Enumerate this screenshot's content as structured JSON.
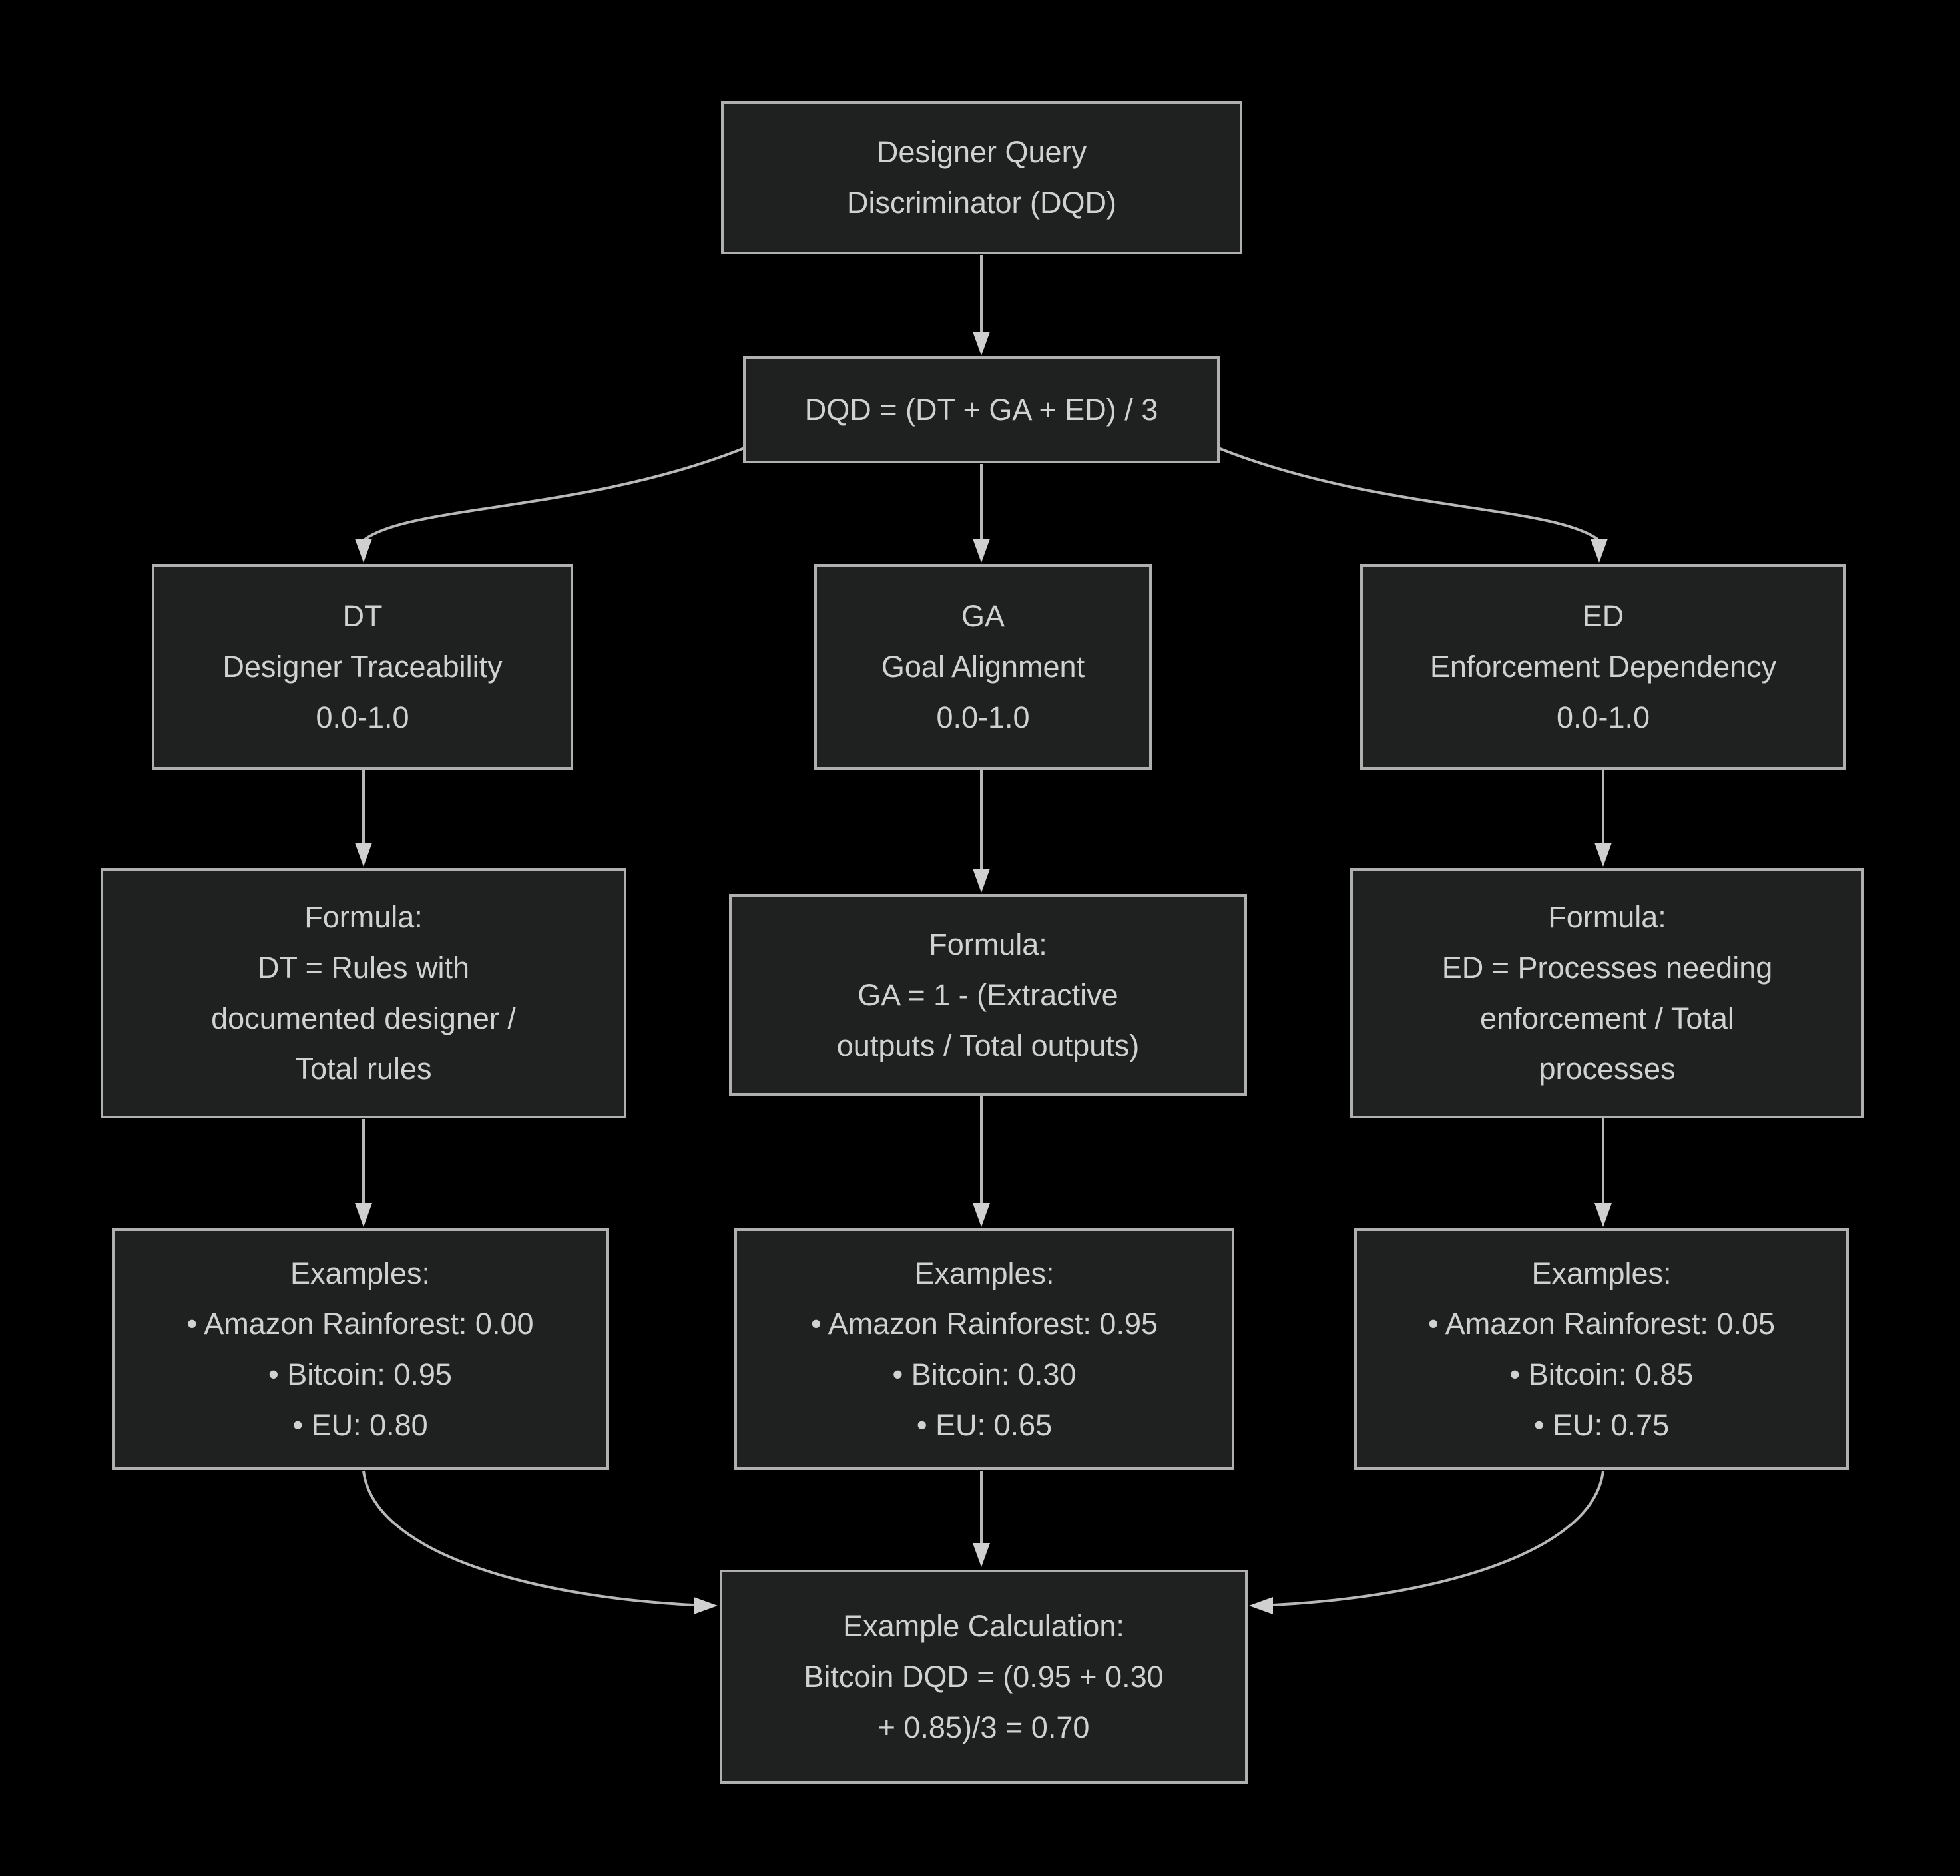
{
  "theme": {
    "background": "#000000",
    "node_fill": "#1f2121",
    "node_border": "#b0b0b0",
    "text_color": "#d1d1d1",
    "line_color": "#b8b8b8",
    "arrow_fill": "#d0d0d0"
  },
  "nodes": {
    "root": {
      "lines": [
        "Designer Query",
        "Discriminator (DQD)"
      ]
    },
    "main_formula": {
      "lines": [
        "DQD = (DT + GA + ED) / 3"
      ]
    },
    "dt": {
      "lines": [
        "DT",
        "Designer Traceability",
        "0.0-1.0"
      ]
    },
    "ga": {
      "lines": [
        "GA",
        "Goal Alignment",
        "0.0-1.0"
      ]
    },
    "ed": {
      "lines": [
        "ED",
        "Enforcement Dependency",
        "0.0-1.0"
      ]
    },
    "dt_formula": {
      "lines": [
        "Formula:",
        "DT = Rules with",
        "documented designer /",
        "Total rules"
      ]
    },
    "ga_formula": {
      "lines": [
        "Formula:",
        "GA = 1 - (Extractive",
        "outputs / Total outputs)"
      ]
    },
    "ed_formula": {
      "lines": [
        "Formula:",
        "ED = Processes needing",
        "enforcement / Total",
        "processes"
      ]
    },
    "dt_examples": {
      "lines": [
        "Examples:",
        "• Amazon Rainforest: 0.00",
        "• Bitcoin: 0.95",
        "• EU: 0.80"
      ]
    },
    "ga_examples": {
      "lines": [
        "Examples:",
        "• Amazon Rainforest: 0.95",
        "• Bitcoin: 0.30",
        "• EU: 0.65"
      ]
    },
    "ed_examples": {
      "lines": [
        "Examples:",
        "• Amazon Rainforest: 0.05",
        "• Bitcoin: 0.85",
        "• EU: 0.75"
      ]
    },
    "calc": {
      "lines": [
        "Example Calculation:",
        "Bitcoin DQD = (0.95 + 0.30",
        "+ 0.85)/3 = 0.70"
      ]
    }
  }
}
